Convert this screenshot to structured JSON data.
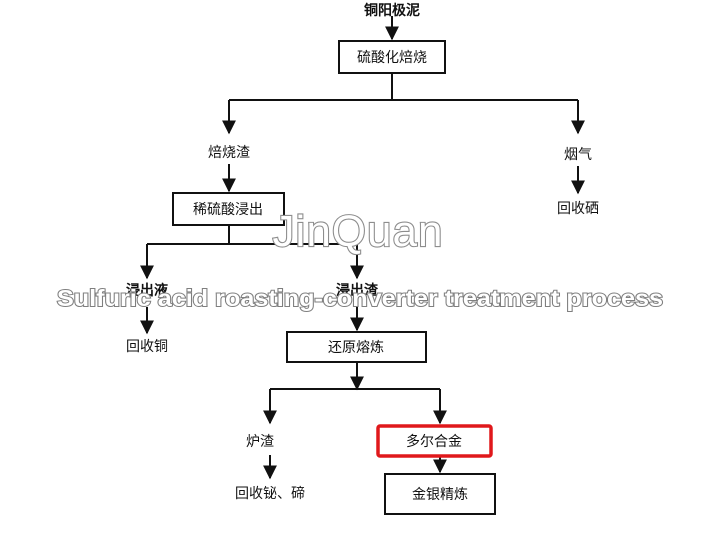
{
  "diagram": {
    "nodes": {
      "anode_slime": "铜阳极泥",
      "sulfation_roasting": "硫酸化焙烧",
      "roasting_residue": "焙烧渣",
      "flue_gas": "烟气",
      "recover_selenium": "回收硒",
      "dilute_acid_leach": "稀硫酸浸出",
      "leach_solution": "浸出液",
      "leach_residue": "浸出渣",
      "recover_copper": "回收铜",
      "reduction_smelting": "还原熔炼",
      "furnace_slag": "炉渣",
      "dore_alloy": "多尔合金",
      "recover_bi_te": "回收铋、碲",
      "au_ag_refining": "金银精炼"
    },
    "highlight_color": "#e0181b"
  },
  "watermark": {
    "brand": "JinQuan",
    "caption": "Sulfuric acid roasting-converter treatment process"
  }
}
